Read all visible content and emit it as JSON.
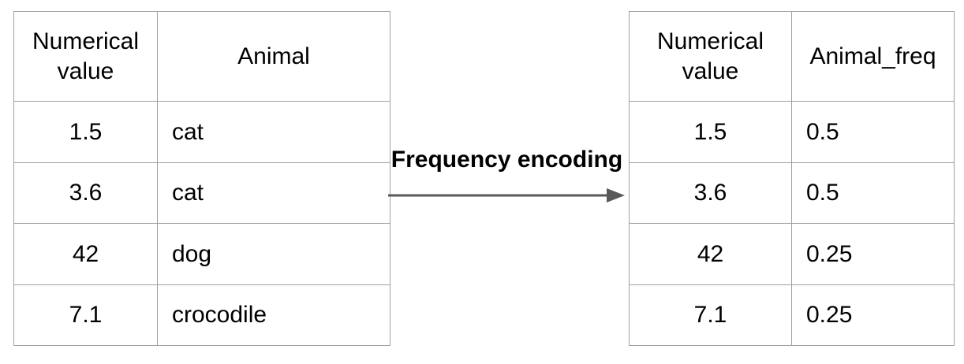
{
  "transform_label": "Frequency encoding",
  "colors": {
    "border": "#a0a0a0",
    "arrow": "#595959",
    "text": "#000000",
    "background": "#ffffff"
  },
  "left_table": {
    "columns": [
      "Numerical value",
      "Animal"
    ],
    "rows": [
      [
        "1.5",
        "cat"
      ],
      [
        "3.6",
        "cat"
      ],
      [
        "42",
        "dog"
      ],
      [
        "7.1",
        "crocodile"
      ]
    ]
  },
  "right_table": {
    "columns": [
      "Numerical value",
      "Animal_freq"
    ],
    "rows": [
      [
        "1.5",
        "0.5"
      ],
      [
        "3.6",
        "0.5"
      ],
      [
        "42",
        "0.25"
      ],
      [
        "7.1",
        "0.25"
      ]
    ]
  }
}
